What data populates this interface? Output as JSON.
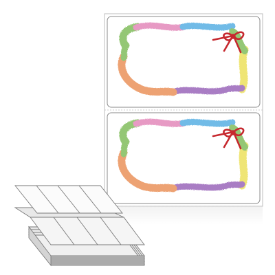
{
  "product": {
    "labels_per_sheet": 2,
    "label_artwork": "watercolor-ribbon-frame-with-red-bow",
    "frame_colors": {
      "green": "#8cc36a",
      "pink": "#e592c0",
      "blue": "#65b6e6",
      "yellow": "#eee36a",
      "purple": "#a273c0",
      "orange": "#ec9b68",
      "bow_red": "#c6282e"
    },
    "fanfold_stack": {
      "columns": 4,
      "stack_layers": 9
    }
  }
}
